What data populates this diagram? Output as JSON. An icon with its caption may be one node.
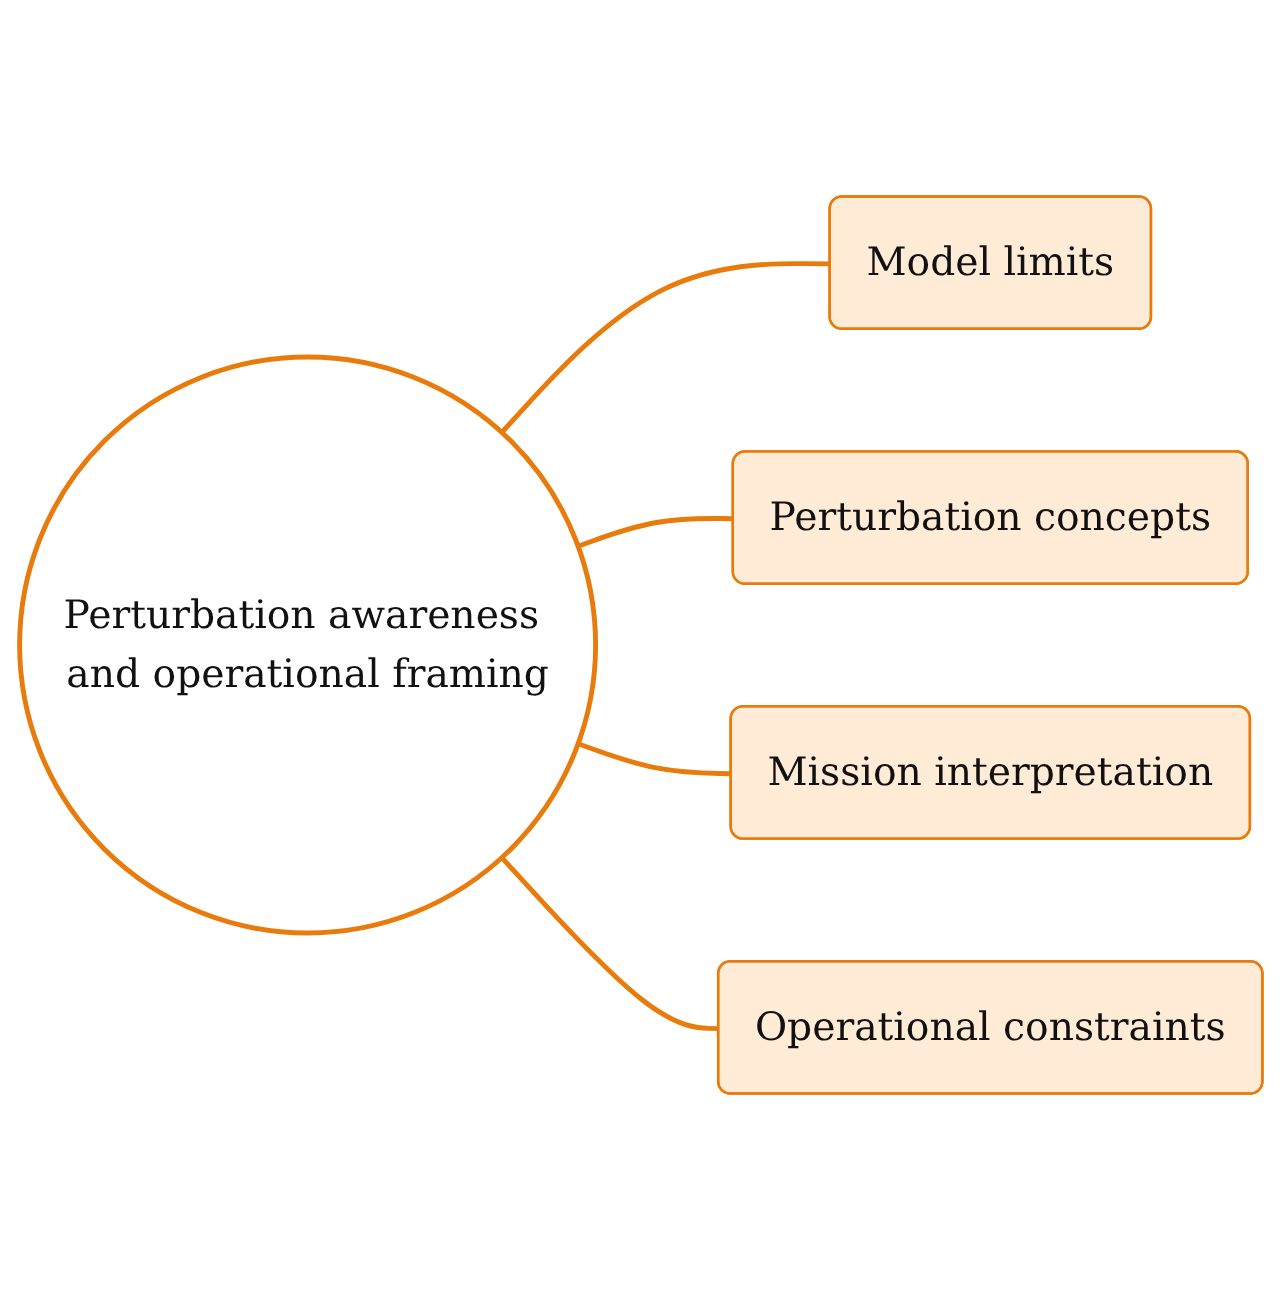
{
  "diagram": {
    "nodes": [
      {
        "text": [
          "Perturbation awareness and operational framing"
        ]
      },
      {
        "text": [
          "Model limits"
        ]
      },
      {
        "text": [
          "Perturbation concepts"
        ]
      },
      {
        "text": [
          "Mission interpretation"
        ]
      },
      {
        "text": [
          "Operational constraints"
        ]
      }
    ],
    "edges": [
      {
        "from": 0,
        "to": 1,
        "arrow": "none"
      },
      {
        "from": 0,
        "to": 2,
        "arrow": "none"
      },
      {
        "from": 0,
        "to": 3,
        "arrow": "none"
      },
      {
        "from": 0,
        "to": 4,
        "arrow": "none"
      }
    ]
  }
}
